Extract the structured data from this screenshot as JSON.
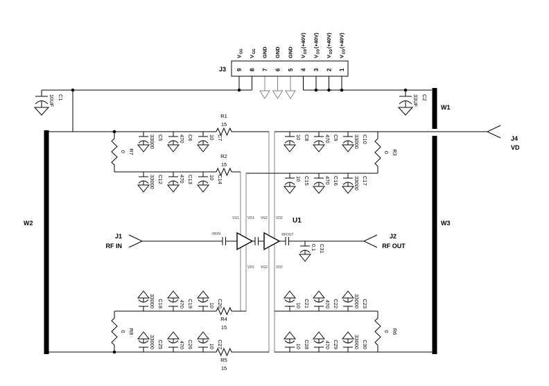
{
  "j3": {
    "label": "J3",
    "pins": [
      {
        "num": "9",
        "main": "V",
        "sub": "GG",
        "suffix": ""
      },
      {
        "num": "8",
        "main": "V",
        "sub": "GG",
        "suffix": ""
      },
      {
        "num": "7",
        "main": "GND",
        "sub": "",
        "suffix": ""
      },
      {
        "num": "6",
        "main": "GND",
        "sub": "",
        "suffix": ""
      },
      {
        "num": "5",
        "main": "GND",
        "sub": "",
        "suffix": ""
      },
      {
        "num": "4",
        "main": "V",
        "sub": "DD",
        "suffix": "(+40V)"
      },
      {
        "num": "3",
        "main": "V",
        "sub": "DD",
        "suffix": "(+40V)"
      },
      {
        "num": "2",
        "main": "V",
        "sub": "DD",
        "suffix": "(+40V)"
      },
      {
        "num": "1",
        "main": "V",
        "sub": "DD",
        "suffix": "(+40V)"
      }
    ]
  },
  "connectors": {
    "j1": {
      "name": "J1",
      "desc": "RF IN"
    },
    "j2": {
      "name": "J2",
      "desc": "RF OUT"
    },
    "j4": {
      "name": "J4",
      "desc": "VD"
    }
  },
  "chip": {
    "name": "U1",
    "pins_top": [
      "VG1",
      "VD1",
      "VG2",
      "VD2"
    ],
    "pins_bottom": [
      "VD1",
      "VG2",
      "VD2"
    ],
    "rf_in": "RFIN",
    "rf_out": "RFOUT"
  },
  "wires": {
    "w1": "W1",
    "w2": "W2",
    "w3": "W3"
  },
  "capacitors": [
    {
      "name": "C1",
      "value": "10UF"
    },
    {
      "name": "C2",
      "value": "33UF"
    },
    {
      "name": "C5",
      "value": "33000"
    },
    {
      "name": "C6",
      "value": "470"
    },
    {
      "name": "C7",
      "value": "10"
    },
    {
      "name": "C12",
      "value": "33000"
    },
    {
      "name": "C13",
      "value": "470"
    },
    {
      "name": "C14",
      "value": "10"
    },
    {
      "name": "C8",
      "value": "10"
    },
    {
      "name": "C9",
      "value": "470"
    },
    {
      "name": "C10",
      "value": "33000"
    },
    {
      "name": "C15",
      "value": "10"
    },
    {
      "name": "C16",
      "value": "470"
    },
    {
      "name": "C17",
      "value": "33000"
    },
    {
      "name": "C18",
      "value": "33000"
    },
    {
      "name": "C19",
      "value": "470"
    },
    {
      "name": "C20",
      "value": "10"
    },
    {
      "name": "C25",
      "value": "33000"
    },
    {
      "name": "C26",
      "value": "470"
    },
    {
      "name": "C27",
      "value": "10"
    },
    {
      "name": "C21",
      "value": "10"
    },
    {
      "name": "C22",
      "value": "470"
    },
    {
      "name": "C23",
      "value": "33000"
    },
    {
      "name": "C28",
      "value": "10"
    },
    {
      "name": "C29",
      "value": "470"
    },
    {
      "name": "C30",
      "value": "33000"
    },
    {
      "name": "C31",
      "value": "0.1"
    }
  ],
  "resistors": [
    {
      "name": "R1",
      "value": "15"
    },
    {
      "name": "R2",
      "value": "15"
    },
    {
      "name": "R4",
      "value": "15"
    },
    {
      "name": "R5",
      "value": "15"
    },
    {
      "name": "R7",
      "value": "0"
    },
    {
      "name": "R3",
      "value": "0"
    },
    {
      "name": "R8",
      "value": "0"
    },
    {
      "name": "R6",
      "value": "0"
    }
  ],
  "colors": {
    "wire": "#000000",
    "bias_line": "#808080",
    "background": "#ffffff"
  }
}
